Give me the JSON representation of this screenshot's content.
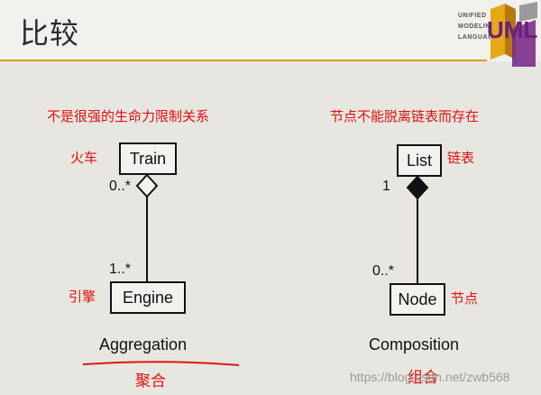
{
  "slide": {
    "title": "比较",
    "logo_lines": [
      "UNIFIED",
      "MODELING",
      "LANGUAGE"
    ],
    "logo_letters": "UML"
  },
  "aggregation": {
    "note": "不是很强的生命力限制关系",
    "whole": {
      "class": "Train",
      "label": "火车",
      "multiplicity": "0..*"
    },
    "part": {
      "class": "Engine",
      "label": "引擎",
      "multiplicity": "1..*"
    },
    "caption": "Aggregation",
    "caption_cn": "聚合"
  },
  "composition": {
    "note": "节点不能脱离链表而存在",
    "whole": {
      "class": "List",
      "label": "链表",
      "multiplicity": "1"
    },
    "part": {
      "class": "Node",
      "label": "节点",
      "multiplicity": "0..*"
    },
    "caption": "Composition",
    "caption_cn": "组合"
  },
  "watermark": "https://blog.csdn.net/zwb568",
  "colors": {
    "annotation": "#e01010",
    "title_rule": "#d4a017",
    "background": "#e8e6e0"
  }
}
